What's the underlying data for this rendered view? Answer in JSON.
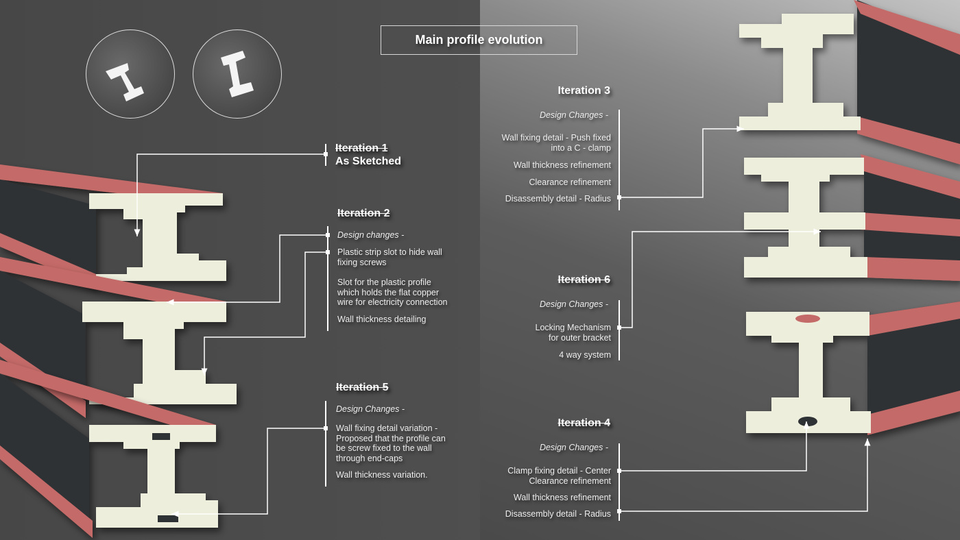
{
  "title": "Main profile evolution",
  "iterations": {
    "it1": {
      "title": "Iteration 1",
      "subtitle": "As Sketched"
    },
    "it2": {
      "title": "Iteration 2",
      "heading": "Design changes -",
      "items": [
        "Plastic strip slot to hide wall fixing screws",
        "Slot for the plastic profile which holds the flat copper wire for electricity connection",
        "Wall thickness detailing"
      ]
    },
    "it5": {
      "title": "Iteration 5",
      "heading": "Design Changes -",
      "items": [
        "Wall fixing detail variation - Proposed that the profile can be screw fixed to the wall through end-caps",
        "Wall thickness variation."
      ]
    },
    "it3": {
      "title": "Iteration 3",
      "heading": "Design Changes -",
      "items": [
        "Wall fixing detail - Push fixed into a C - clamp",
        "Wall thickness refinement",
        "Clearance refinement",
        "Disassembly detail - Radius"
      ]
    },
    "it6": {
      "title": "Iteration 6",
      "heading": "Design Changes -",
      "items": [
        "Locking Mechanism for outer bracket",
        "4 way system"
      ]
    },
    "it4": {
      "title": "Iteration 4",
      "heading": "Design Changes -",
      "items": [
        "Clamp fixing detail - Center Clearance refinement",
        "Wall thickness refinement",
        "Disassembly detail - Radius"
      ]
    }
  },
  "colors": {
    "pink": "#c46b68",
    "cream": "#eeeedd",
    "dark": "#2f3336"
  }
}
